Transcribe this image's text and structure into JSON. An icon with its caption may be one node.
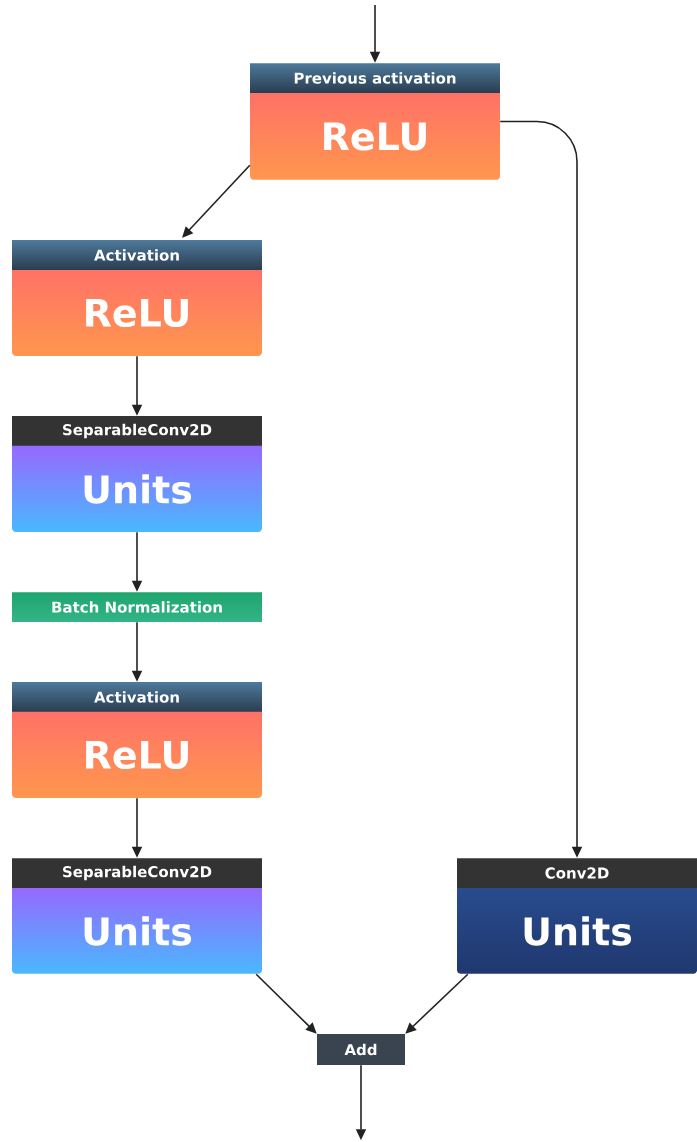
{
  "diagram": {
    "nodes": [
      {
        "text": [
          "Previous activation",
          "ReLU"
        ]
      },
      {
        "text": [
          "Activation",
          "ReLU"
        ]
      },
      {
        "text": [
          "SeparableConv2D",
          "Units"
        ]
      },
      {
        "text": [
          "Batch Normalization"
        ]
      },
      {
        "text": [
          "Activation",
          "ReLU"
        ]
      },
      {
        "text": [
          "SeparableConv2D",
          "Units"
        ]
      },
      {
        "text": [
          "Conv2D",
          "Units"
        ]
      },
      {
        "text": [
          "Add"
        ]
      }
    ],
    "edges": [
      {
        "from": null,
        "to": 0,
        "arrow": "to"
      },
      {
        "from": 0,
        "to": 1,
        "arrow": "to"
      },
      {
        "from": 1,
        "to": 2,
        "arrow": "to"
      },
      {
        "from": 2,
        "to": 3,
        "arrow": "to"
      },
      {
        "from": 3,
        "to": 4,
        "arrow": "to"
      },
      {
        "from": 4,
        "to": 5,
        "arrow": "to"
      },
      {
        "from": 0,
        "to": 6,
        "arrow": "to"
      },
      {
        "from": 5,
        "to": 7,
        "arrow": "to"
      },
      {
        "from": 6,
        "to": 7,
        "arrow": "to"
      },
      {
        "from": 7,
        "to": null,
        "arrow": "to"
      }
    ]
  }
}
